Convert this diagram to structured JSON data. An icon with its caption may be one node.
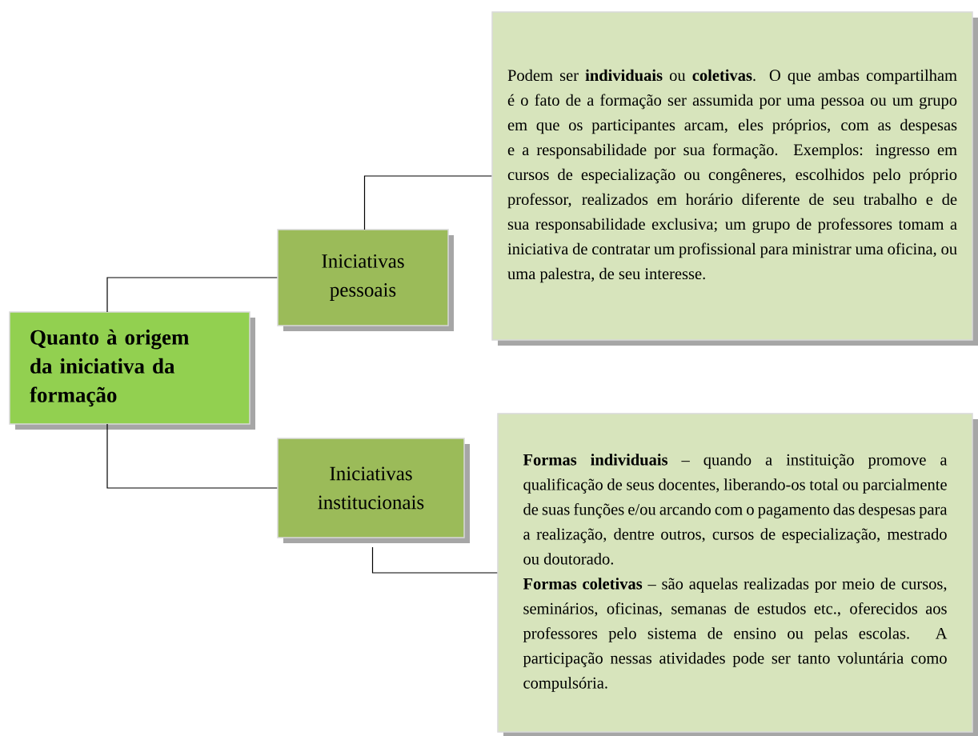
{
  "diagram": {
    "nodes": [
      {
        "text": [
          "Quanto à origem da iniciativa da formação"
        ]
      },
      {
        "text": [
          "Iniciativas pessoais"
        ]
      },
      {
        "text": [
          "Podem ser **individuais** ou **coletivas**. O que ambas compartilham é o fato de a formação ser assumida por uma pessoa ou um grupo em que os participantes arcam, eles próprios, com as despesas e a responsabilidade por sua formação. Exemplos: ingresso em cursos de especialização ou congêneres, escolhidos pelo próprio professor, realizados em horário diferente de seu trabalho e de sua responsabilidade exclusiva; um grupo de professores tomam a iniciativa de contratar um profissional para ministrar uma oficina, ou uma palestra, de seu interesse."
        ]
      },
      {
        "text": [
          "Iniciativas institucionais"
        ]
      },
      {
        "text": [
          "**Formas individuais** – quando a instituição promove a qualificação de seus docentes, liberando-os total ou parcialmente de suas funções e/ou arcando com o pagamento das despesas para a realização, dentre outros, cursos de especialização, mestrado ou doutorado.",
          "**Formas coletivas** – são aquelas realizadas por meio de cursos, seminários, oficinas, semanas de estudos etc., oferecidos aos professores pelo sistema de ensino ou pelas escolas. A participação nessas atividades pode ser tanto voluntária como compulsória."
        ]
      }
    ],
    "edges": [
      {
        "from": 0,
        "to": 1,
        "arrow": "none"
      },
      {
        "from": 0,
        "to": 3,
        "arrow": "none"
      },
      {
        "from": 1,
        "to": 2,
        "arrow": "none"
      },
      {
        "from": 3,
        "to": 4,
        "arrow": "none"
      }
    ]
  }
}
